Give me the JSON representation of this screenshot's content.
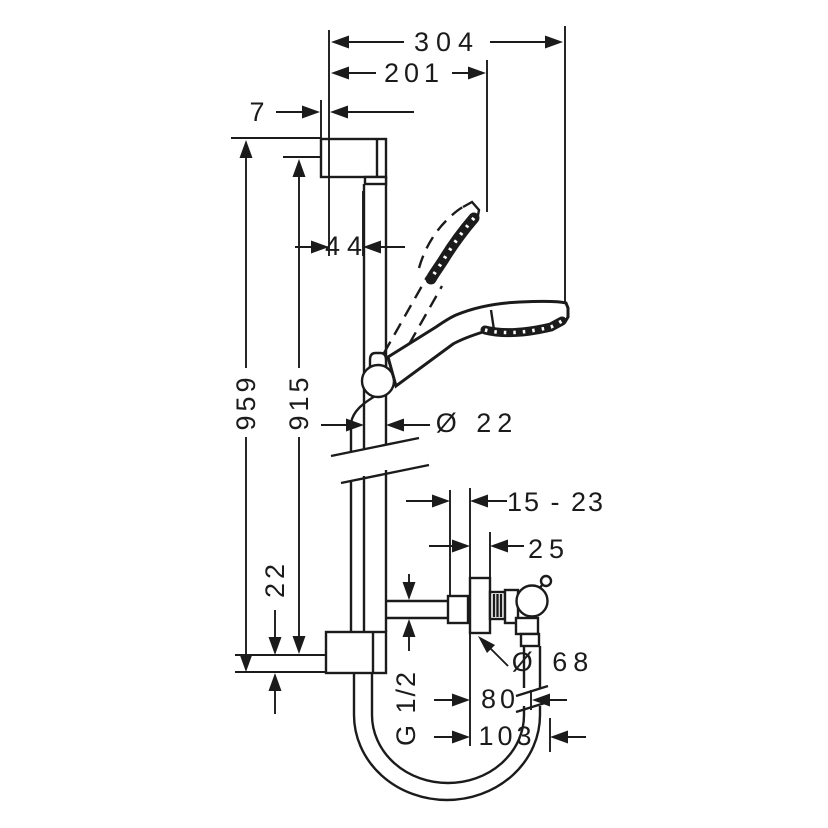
{
  "drawing": {
    "background": "#ffffff",
    "ink_color": "#1b1b1b",
    "dimensions": {
      "overall_width": "304",
      "head_offset": "201",
      "bracket_offset": "7",
      "bracket_width": "44",
      "overall_height": "959",
      "bar_length": "915",
      "bar_diameter": "Ø 22",
      "bottom_offset": "22",
      "wall_distance": "15 - 23",
      "escutcheon_depth": "25",
      "escutcheon_diameter": "Ø 68",
      "hose_center_offset": "80",
      "connection_thread": "G 1/2",
      "hose_outer_offset": "103"
    }
  }
}
